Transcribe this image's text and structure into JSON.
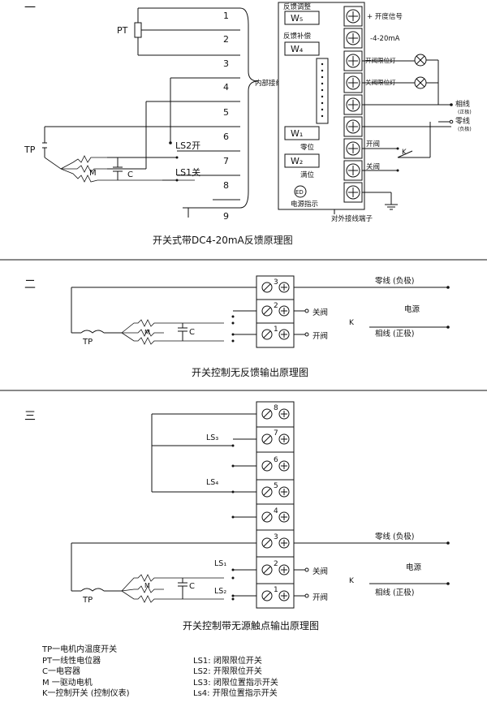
{
  "section1": {
    "number": "一",
    "caption": "开关式带DC4-20mA反馈原理图",
    "pt_label": "PT",
    "tp_label": "TP",
    "m_label": "M",
    "c_label": "C",
    "ls2_label": "LS2开",
    "ls1_label": "LS1关",
    "terminals": [
      "1",
      "2",
      "3",
      "4",
      "5",
      "6",
      "7",
      "8",
      "9"
    ],
    "socket_label": "内部接线插座",
    "fb_adjust": "反馈调整",
    "fb_comp": "反馈补偿",
    "w5": "W₅",
    "w4": "W₄",
    "w1": "W₁",
    "w2": "W₂",
    "zero_label": "零位",
    "full_label": "满位",
    "power_led": "ED",
    "power_label": "电源指示",
    "ext_terminal": "对外接线端子",
    "out_labels": [
      "+ 开度信号",
      "-4-20mA",
      "开阀限位灯",
      "关阀限位灯",
      "",
      "",
      "开阀",
      "关阀",
      ""
    ],
    "phase_label": "相线",
    "phase_sub": "(正极)",
    "neutral_label": "零线",
    "neutral_sub": "(负极)",
    "k_label": "K"
  },
  "section2": {
    "number": "二",
    "caption": "开关控制无反馈输出原理图",
    "terminals": [
      "3",
      "2",
      "1"
    ],
    "neutral": "零线 (负极)",
    "close": "关阀",
    "power": "电源",
    "k": "K",
    "open": "开阀",
    "phase": "相线 (正极)",
    "tp": "TP",
    "m": "M",
    "c": "C"
  },
  "section3": {
    "number": "三",
    "caption": "开关控制带无源触点输出原理图",
    "terminals": [
      "8",
      "7",
      "6",
      "5",
      "4",
      "3",
      "2",
      "1"
    ],
    "ls_labels": [
      "LS₃",
      "LS₄",
      "LS₁",
      "LS₂"
    ],
    "neutral": "零线 (负极)",
    "close": "关阀",
    "power": "电源",
    "k": "K",
    "open": "开阀",
    "phase": "相线 (正极)",
    "tp": "TP",
    "m": "M",
    "c": "C"
  },
  "legend": {
    "left": [
      "TP一电机内温度开关",
      "PT一线性电位器",
      "C一电容器",
      "M 一驱动电机",
      "K一控制开关 (控制仪表)"
    ],
    "right": [
      "LS1: 闭限限位开关",
      "LS2: 开限限位开关",
      "LS3: 闭限位置指示开关",
      "Ls4: 开限位置指示开关"
    ]
  }
}
